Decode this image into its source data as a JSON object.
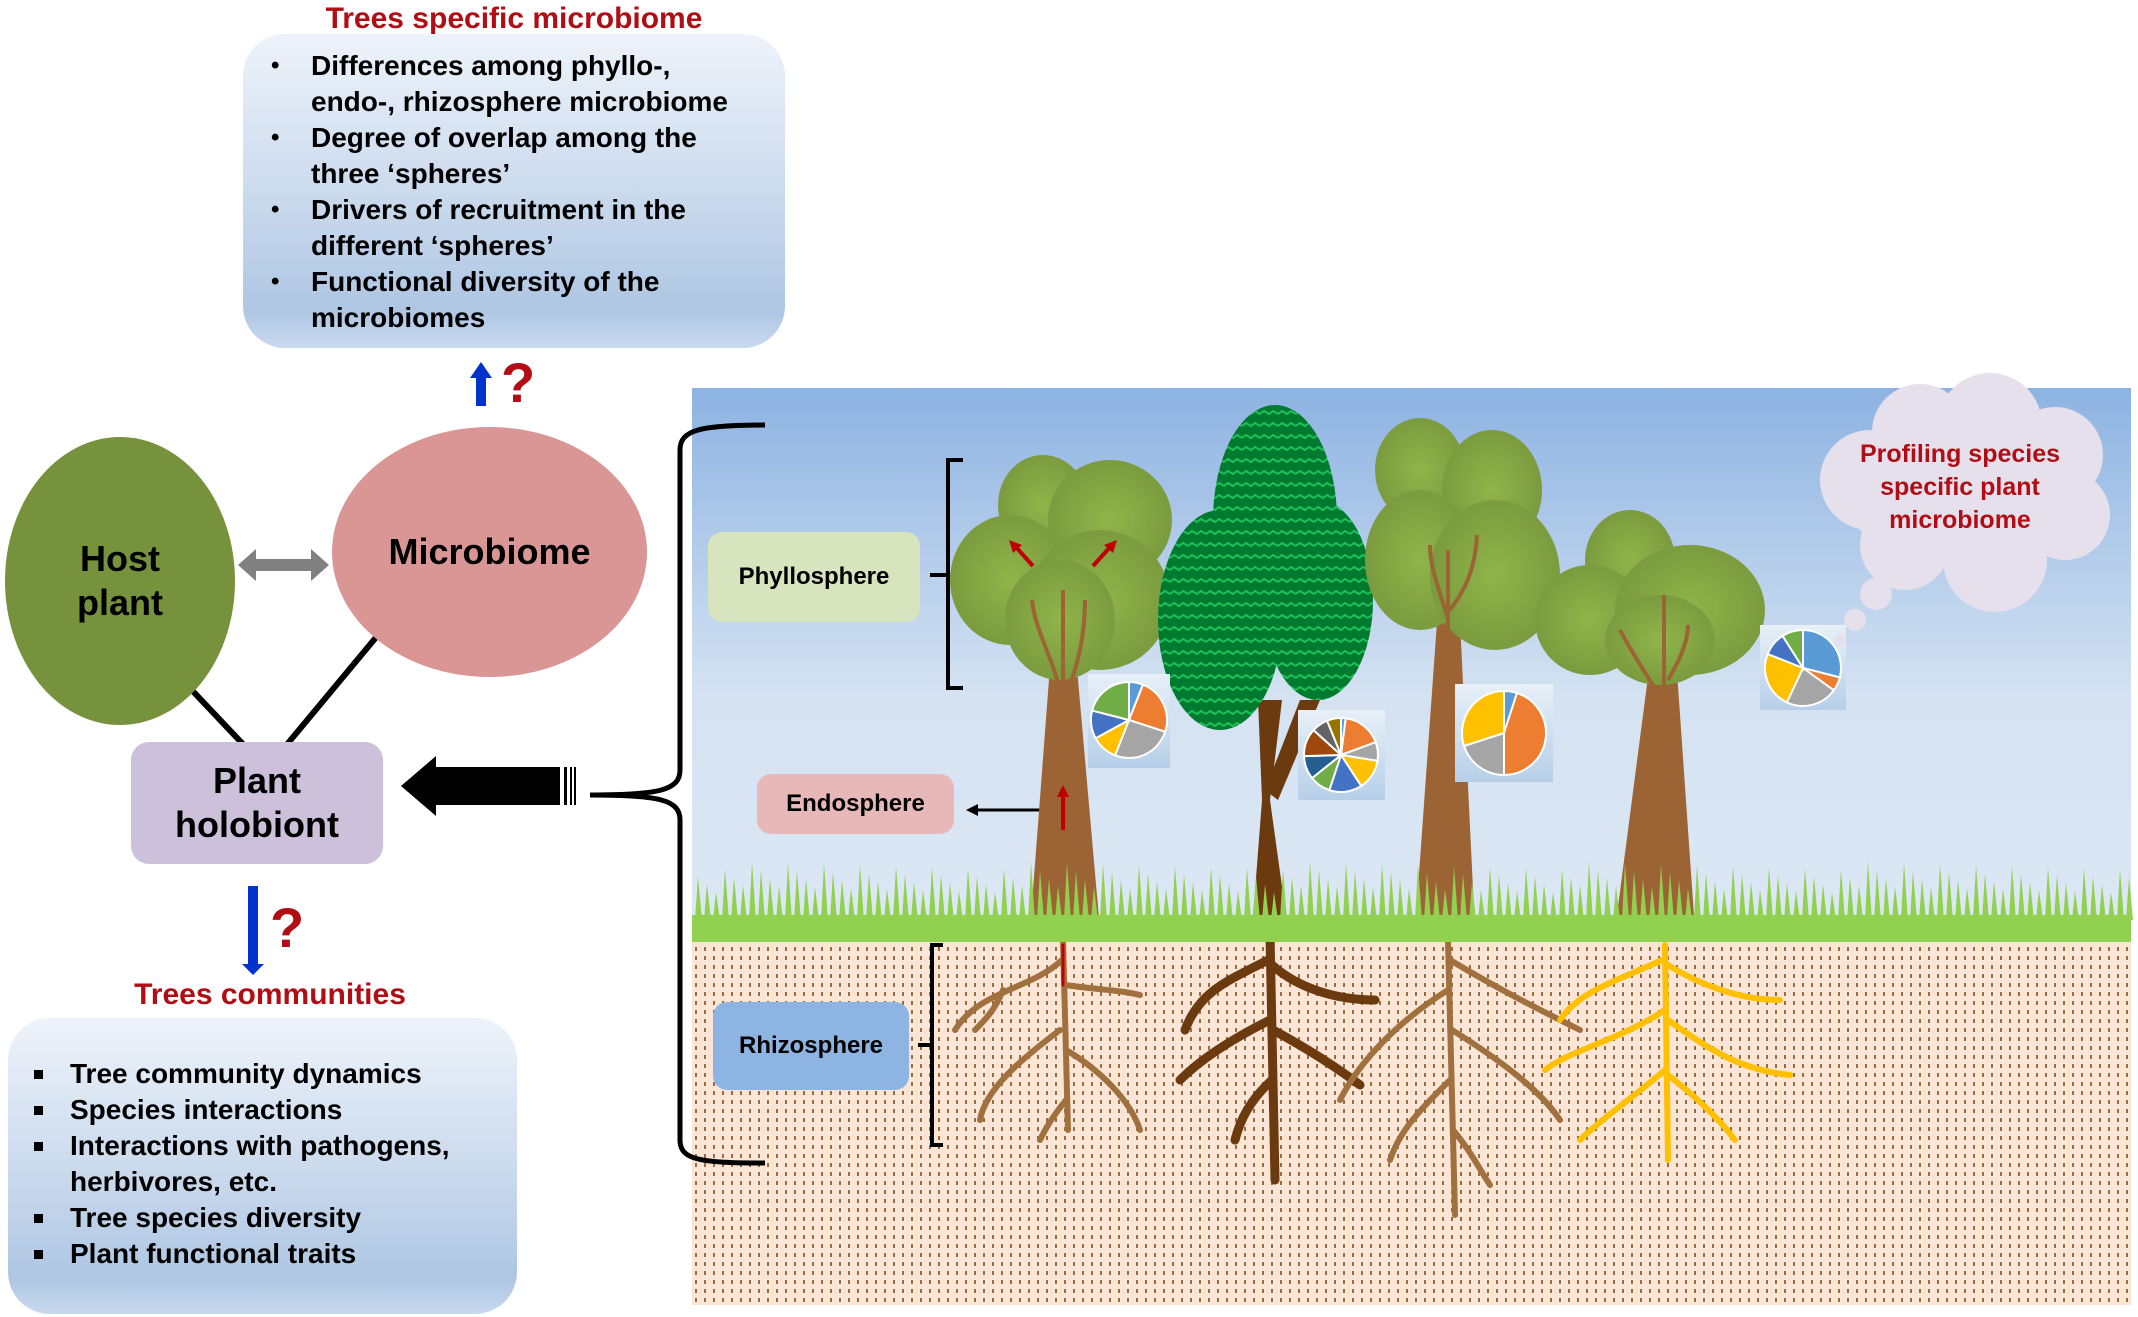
{
  "top_panel": {
    "title": "Trees specific microbiome",
    "items": [
      "Differences among phyllo-, endo-, rhizosphere microbiome",
      "Degree of overlap among the three ‘spheres’",
      "Drivers of recruitment in the different ‘spheres’",
      "Functional diversity of the microbiomes"
    ],
    "question_mark": "?"
  },
  "nodes": {
    "host_plant": "Host plant",
    "microbiome": "Microbiome",
    "plant_holobiont": "Plant holobiont"
  },
  "bottom_panel": {
    "title": "Trees communities",
    "items": [
      "Tree community dynamics",
      "Species interactions",
      "Interactions with pathogens, herbivores, etc.",
      "Tree species diversity",
      "Plant functional traits"
    ],
    "question_mark": "?"
  },
  "scene": {
    "labels": {
      "phyllosphere": "Phyllosphere",
      "endosphere": "Endosphere",
      "rhizosphere": "Rhizosphere"
    },
    "thought_cloud": "Profiling species specific plant microbiome"
  },
  "colors": {
    "title_red": "#b00d14",
    "host_plant": "#76923c",
    "microbiome": "#d99694",
    "plant_holobiont": "#ccc0da",
    "phyllosphere_label": "#d7e4bd",
    "endosphere_label": "#e6b9b8",
    "rhizosphere_label": "#8eb4e3",
    "arrow_blue": "#0033cc",
    "sky_top": "#8db3e2",
    "grass": "#92d050",
    "soil": "#fbe5d6"
  },
  "pies": [
    {
      "name": "tree-1-pie",
      "slices": [
        {
          "color": "#5b9bd5",
          "value": 6
        },
        {
          "color": "#ed7d31",
          "value": 24
        },
        {
          "color": "#a5a5a5",
          "value": 26
        },
        {
          "color": "#ffc000",
          "value": 11
        },
        {
          "color": "#4472c4",
          "value": 12
        },
        {
          "color": "#70ad47",
          "value": 21
        }
      ]
    },
    {
      "name": "tree-2-pie",
      "slices": [
        {
          "color": "#5b9bd5",
          "value": 2
        },
        {
          "color": "#ed7d31",
          "value": 17
        },
        {
          "color": "#a5a5a5",
          "value": 8
        },
        {
          "color": "#ffc000",
          "value": 13
        },
        {
          "color": "#4472c4",
          "value": 14
        },
        {
          "color": "#70ad47",
          "value": 9
        },
        {
          "color": "#255e91",
          "value": 10
        },
        {
          "color": "#9e480e",
          "value": 12
        },
        {
          "color": "#636363",
          "value": 7
        },
        {
          "color": "#997300",
          "value": 6
        }
      ]
    },
    {
      "name": "tree-3-pie",
      "slices": [
        {
          "color": "#5b9bd5",
          "value": 5
        },
        {
          "color": "#ed7d31",
          "value": 45
        },
        {
          "color": "#a5a5a5",
          "value": 20
        },
        {
          "color": "#ffc000",
          "value": 30
        }
      ]
    },
    {
      "name": "tree-4-pie",
      "slices": [
        {
          "color": "#5b9bd5",
          "value": 29
        },
        {
          "color": "#ed7d31",
          "value": 6
        },
        {
          "color": "#a5a5a5",
          "value": 22
        },
        {
          "color": "#ffc000",
          "value": 24
        },
        {
          "color": "#4472c4",
          "value": 10
        },
        {
          "color": "#70ad47",
          "value": 9
        }
      ]
    }
  ]
}
